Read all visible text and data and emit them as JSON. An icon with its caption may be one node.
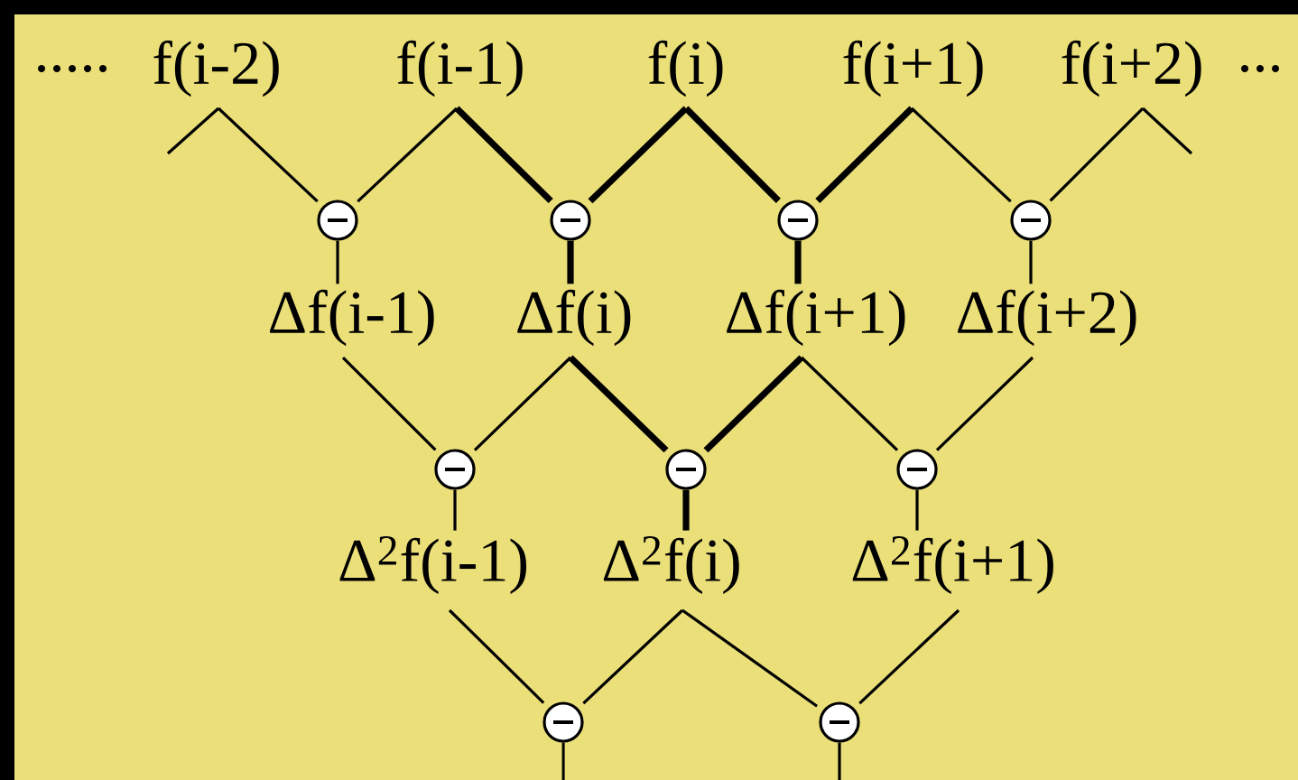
{
  "diagram": {
    "nodes": [
      {
        "text": [
          "f(i-2)"
        ]
      },
      {
        "text": [
          "f(i-1)"
        ]
      },
      {
        "text": [
          "f(i)"
        ]
      },
      {
        "text": [
          "f(i+1)"
        ]
      },
      {
        "text": [
          "f(i+2)"
        ]
      },
      {
        "text": [],
        "shape": "circle"
      },
      {
        "text": [],
        "shape": "circle"
      },
      {
        "text": [],
        "shape": "circle"
      },
      {
        "text": [],
        "shape": "circle"
      },
      {
        "text": [
          "Δf(i-1)"
        ]
      },
      {
        "text": [
          "Δf(i)"
        ]
      },
      {
        "text": [
          "Δf(i+1)"
        ]
      },
      {
        "text": [
          "Δf(i+2)"
        ]
      },
      {
        "text": [],
        "shape": "circle"
      },
      {
        "text": [],
        "shape": "circle"
      },
      {
        "text": [],
        "shape": "circle"
      },
      {
        "text": [
          "Δ$^{2}$f(i-1)"
        ]
      },
      {
        "text": [
          "Δ$^{2}$f(i)"
        ]
      },
      {
        "text": [
          "Δ$^{2}$f(i+1)"
        ]
      },
      {
        "text": [],
        "shape": "circle"
      },
      {
        "text": [],
        "shape": "circle"
      }
    ],
    "edges": [
      {
        "from": 0,
        "to": null,
        "arrow": "none"
      },
      {
        "from": 0,
        "to": 5,
        "arrow": "none"
      },
      {
        "from": 1,
        "to": 5,
        "arrow": "none"
      },
      {
        "from": 1,
        "to": 6,
        "arrow": "none",
        "style": "thick"
      },
      {
        "from": 2,
        "to": 6,
        "arrow": "none",
        "style": "thick"
      },
      {
        "from": 2,
        "to": 7,
        "arrow": "none",
        "style": "thick"
      },
      {
        "from": 3,
        "to": 7,
        "arrow": "none",
        "style": "thick"
      },
      {
        "from": 3,
        "to": 8,
        "arrow": "none"
      },
      {
        "from": 4,
        "to": 8,
        "arrow": "none"
      },
      {
        "from": 4,
        "to": null,
        "arrow": "none"
      },
      {
        "from": 5,
        "to": 9,
        "arrow": "none"
      },
      {
        "from": 6,
        "to": 10,
        "arrow": "none",
        "style": "thick"
      },
      {
        "from": 7,
        "to": 11,
        "arrow": "none",
        "style": "thick"
      },
      {
        "from": 8,
        "to": 12,
        "arrow": "none"
      },
      {
        "from": 9,
        "to": 13,
        "arrow": "none"
      },
      {
        "from": 10,
        "to": 13,
        "arrow": "none"
      },
      {
        "from": 10,
        "to": 14,
        "arrow": "none",
        "style": "thick"
      },
      {
        "from": 11,
        "to": 14,
        "arrow": "none",
        "style": "thick"
      },
      {
        "from": 11,
        "to": 15,
        "arrow": "none"
      },
      {
        "from": 12,
        "to": 15,
        "arrow": "none"
      },
      {
        "from": 13,
        "to": 16,
        "arrow": "none"
      },
      {
        "from": 14,
        "to": 17,
        "arrow": "none",
        "style": "thick"
      },
      {
        "from": 15,
        "to": 18,
        "arrow": "none"
      },
      {
        "from": 16,
        "to": 19,
        "arrow": "none"
      },
      {
        "from": 17,
        "to": 19,
        "arrow": "none"
      },
      {
        "from": 17,
        "to": 20,
        "arrow": "none"
      },
      {
        "from": 18,
        "to": 20,
        "arrow": "none"
      },
      {
        "from": 19,
        "to": null,
        "arrow": "none"
      },
      {
        "from": 20,
        "to": null,
        "arrow": "none"
      }
    ],
    "labels": [
      ".....",
      "..."
    ]
  }
}
